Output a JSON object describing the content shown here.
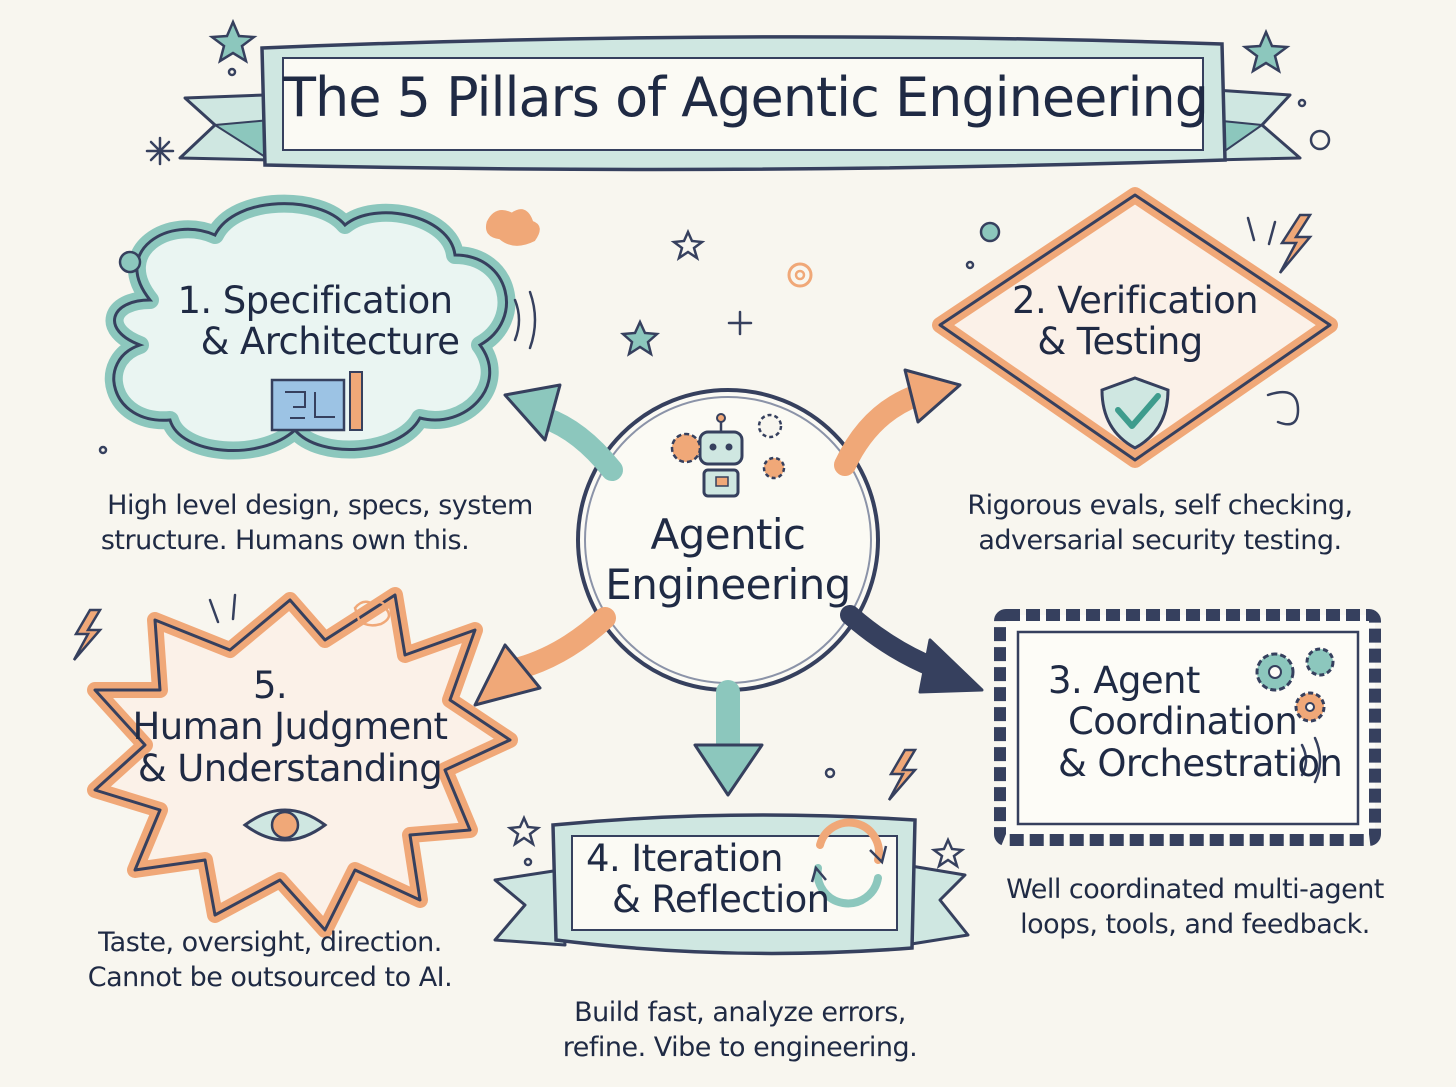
{
  "title": "The 5 Pillars of Agentic Engineering",
  "center": {
    "lines": [
      "Agentic",
      "Engineering"
    ],
    "icon": "robot-icon"
  },
  "pillars": [
    {
      "title_lines": [
        "1. Specification",
        "& Architecture"
      ],
      "desc_lines": [
        "High level design, specs, system",
        "structure. Humans own this."
      ],
      "icon": "blueprint-icon",
      "shape": "cloud",
      "color": "#8cc7bd"
    },
    {
      "title_lines": [
        "2. Verification",
        "& Testing"
      ],
      "desc_lines": [
        "Rigorous evals, self checking,",
        "adversarial security testing."
      ],
      "icon": "shield-check-icon",
      "shape": "diamond",
      "color": "#f0a878"
    },
    {
      "title_lines": [
        "3. Agent",
        "Coordination",
        "& Orchestration"
      ],
      "desc_lines": [
        "Well coordinated multi-agent",
        "loops, tools, and feedback."
      ],
      "icon": "gears-icon",
      "shape": "stamp-frame",
      "color": "#36405e"
    },
    {
      "title_lines": [
        "4. Iteration",
        "& Reflection"
      ],
      "desc_lines": [
        "Build fast, analyze errors,",
        "refine. Vibe to engineering."
      ],
      "icon": "refresh-cycle-icon",
      "shape": "ribbon",
      "color": "#8cc7bd"
    },
    {
      "title_lines": [
        "5.",
        "Human Judgment",
        "& Understanding"
      ],
      "desc_lines": [
        "Taste, oversight, direction.",
        "Cannot be outsourced to AI."
      ],
      "icon": "brain-eye-icon",
      "shape": "starburst",
      "color": "#f0a878"
    }
  ],
  "colors": {
    "teal": "#8cc7bd",
    "orange": "#f0a878",
    "navy": "#36405e",
    "ink": "#1f2a44",
    "paper": "#f8f6ef"
  }
}
